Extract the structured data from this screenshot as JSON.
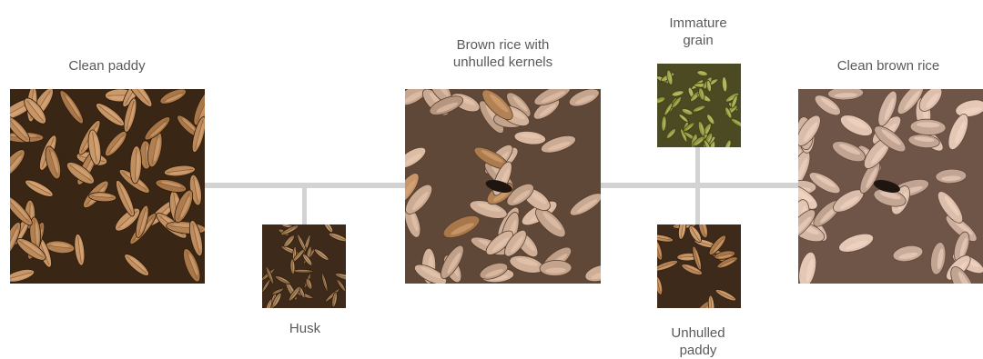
{
  "stages": {
    "clean_paddy": {
      "label": "Clean paddy"
    },
    "husk": {
      "label": "Husk"
    },
    "brown_rice_unhulled": {
      "label": "Brown rice with\nunhulled kernels"
    },
    "immature_grain": {
      "label": "Immature\ngrain"
    },
    "unhulled_paddy": {
      "label": "Unhulled\npaddy"
    },
    "clean_brown_rice": {
      "label": "Clean brown rice"
    }
  },
  "colors": {
    "connector": "#d3d3d3",
    "paddy_background": "#3a2614",
    "paddy_grain": "#b9885a",
    "husk_background": "#3d2a1a",
    "husk_fragment": "#a8845d",
    "brown_rice_background": "#5f4838",
    "brown_rice_grain": "#caa992",
    "immature_background": "#4c4a22",
    "immature_grain": "#9aa24a",
    "clean_brown_background": "#6e5547",
    "clean_brown_grain": "#d4b6a4",
    "dark_kernel": "#1e1410"
  }
}
